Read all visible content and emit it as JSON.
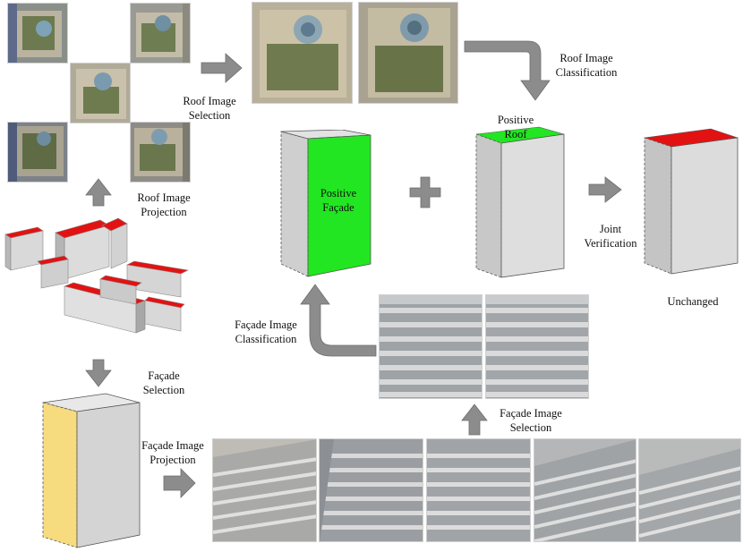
{
  "labels": {
    "roof_image_selection": [
      "Roof Image",
      "Selection"
    ],
    "roof_image_classification": [
      "Roof Image",
      "Classification"
    ],
    "roof_image_projection": [
      "Roof Image",
      "Projection"
    ],
    "positive_roof": [
      "Positive",
      "Roof"
    ],
    "positive_facade": [
      "Positive",
      "Façade"
    ],
    "joint_verification": [
      "Joint",
      "Verification"
    ],
    "unchanged": "Unchanged",
    "facade_image_classification": [
      "Façade Image",
      "Classification"
    ],
    "facade_selection": [
      "Façade",
      "Selection"
    ],
    "facade_image_projection": [
      "Façade Image",
      "Projection"
    ],
    "facade_image_selection": [
      "Façade Image",
      "Selection"
    ]
  },
  "colors": {
    "positive": "#22e622",
    "changed_roof": "#e31212",
    "facade_highlight": "#f7db7f",
    "arrow": "#8c8c8c",
    "building_gray": "#d4d4d4"
  }
}
